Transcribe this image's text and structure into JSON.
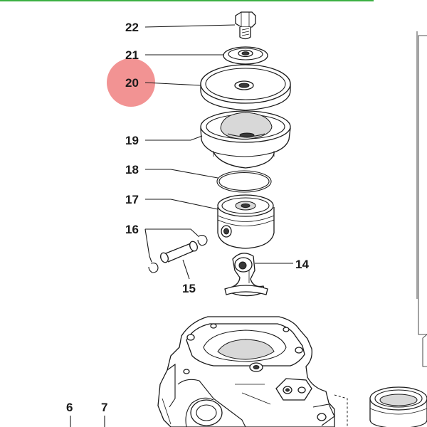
{
  "diagram": {
    "top_bar_color": "#3cb043",
    "highlight_color": "#f08080",
    "highlighted_part": "20",
    "parts": [
      {
        "id": "p22",
        "number": "22",
        "name": "bolt"
      },
      {
        "id": "p21",
        "number": "21",
        "name": "washer"
      },
      {
        "id": "p20",
        "number": "20",
        "name": "cover-disc"
      },
      {
        "id": "p19",
        "number": "19",
        "name": "valve-housing"
      },
      {
        "id": "p18",
        "number": "18",
        "name": "o-ring"
      },
      {
        "id": "p17",
        "number": "17",
        "name": "piston"
      },
      {
        "id": "p16",
        "number": "16",
        "name": "retaining-clips"
      },
      {
        "id": "p15",
        "number": "15",
        "name": "piston-pin"
      },
      {
        "id": "p14",
        "number": "14",
        "name": "connecting-rod"
      },
      {
        "id": "p7",
        "number": "7",
        "name": "crankcase"
      },
      {
        "id": "p6",
        "number": "6",
        "name": "crankcase-side"
      }
    ]
  }
}
